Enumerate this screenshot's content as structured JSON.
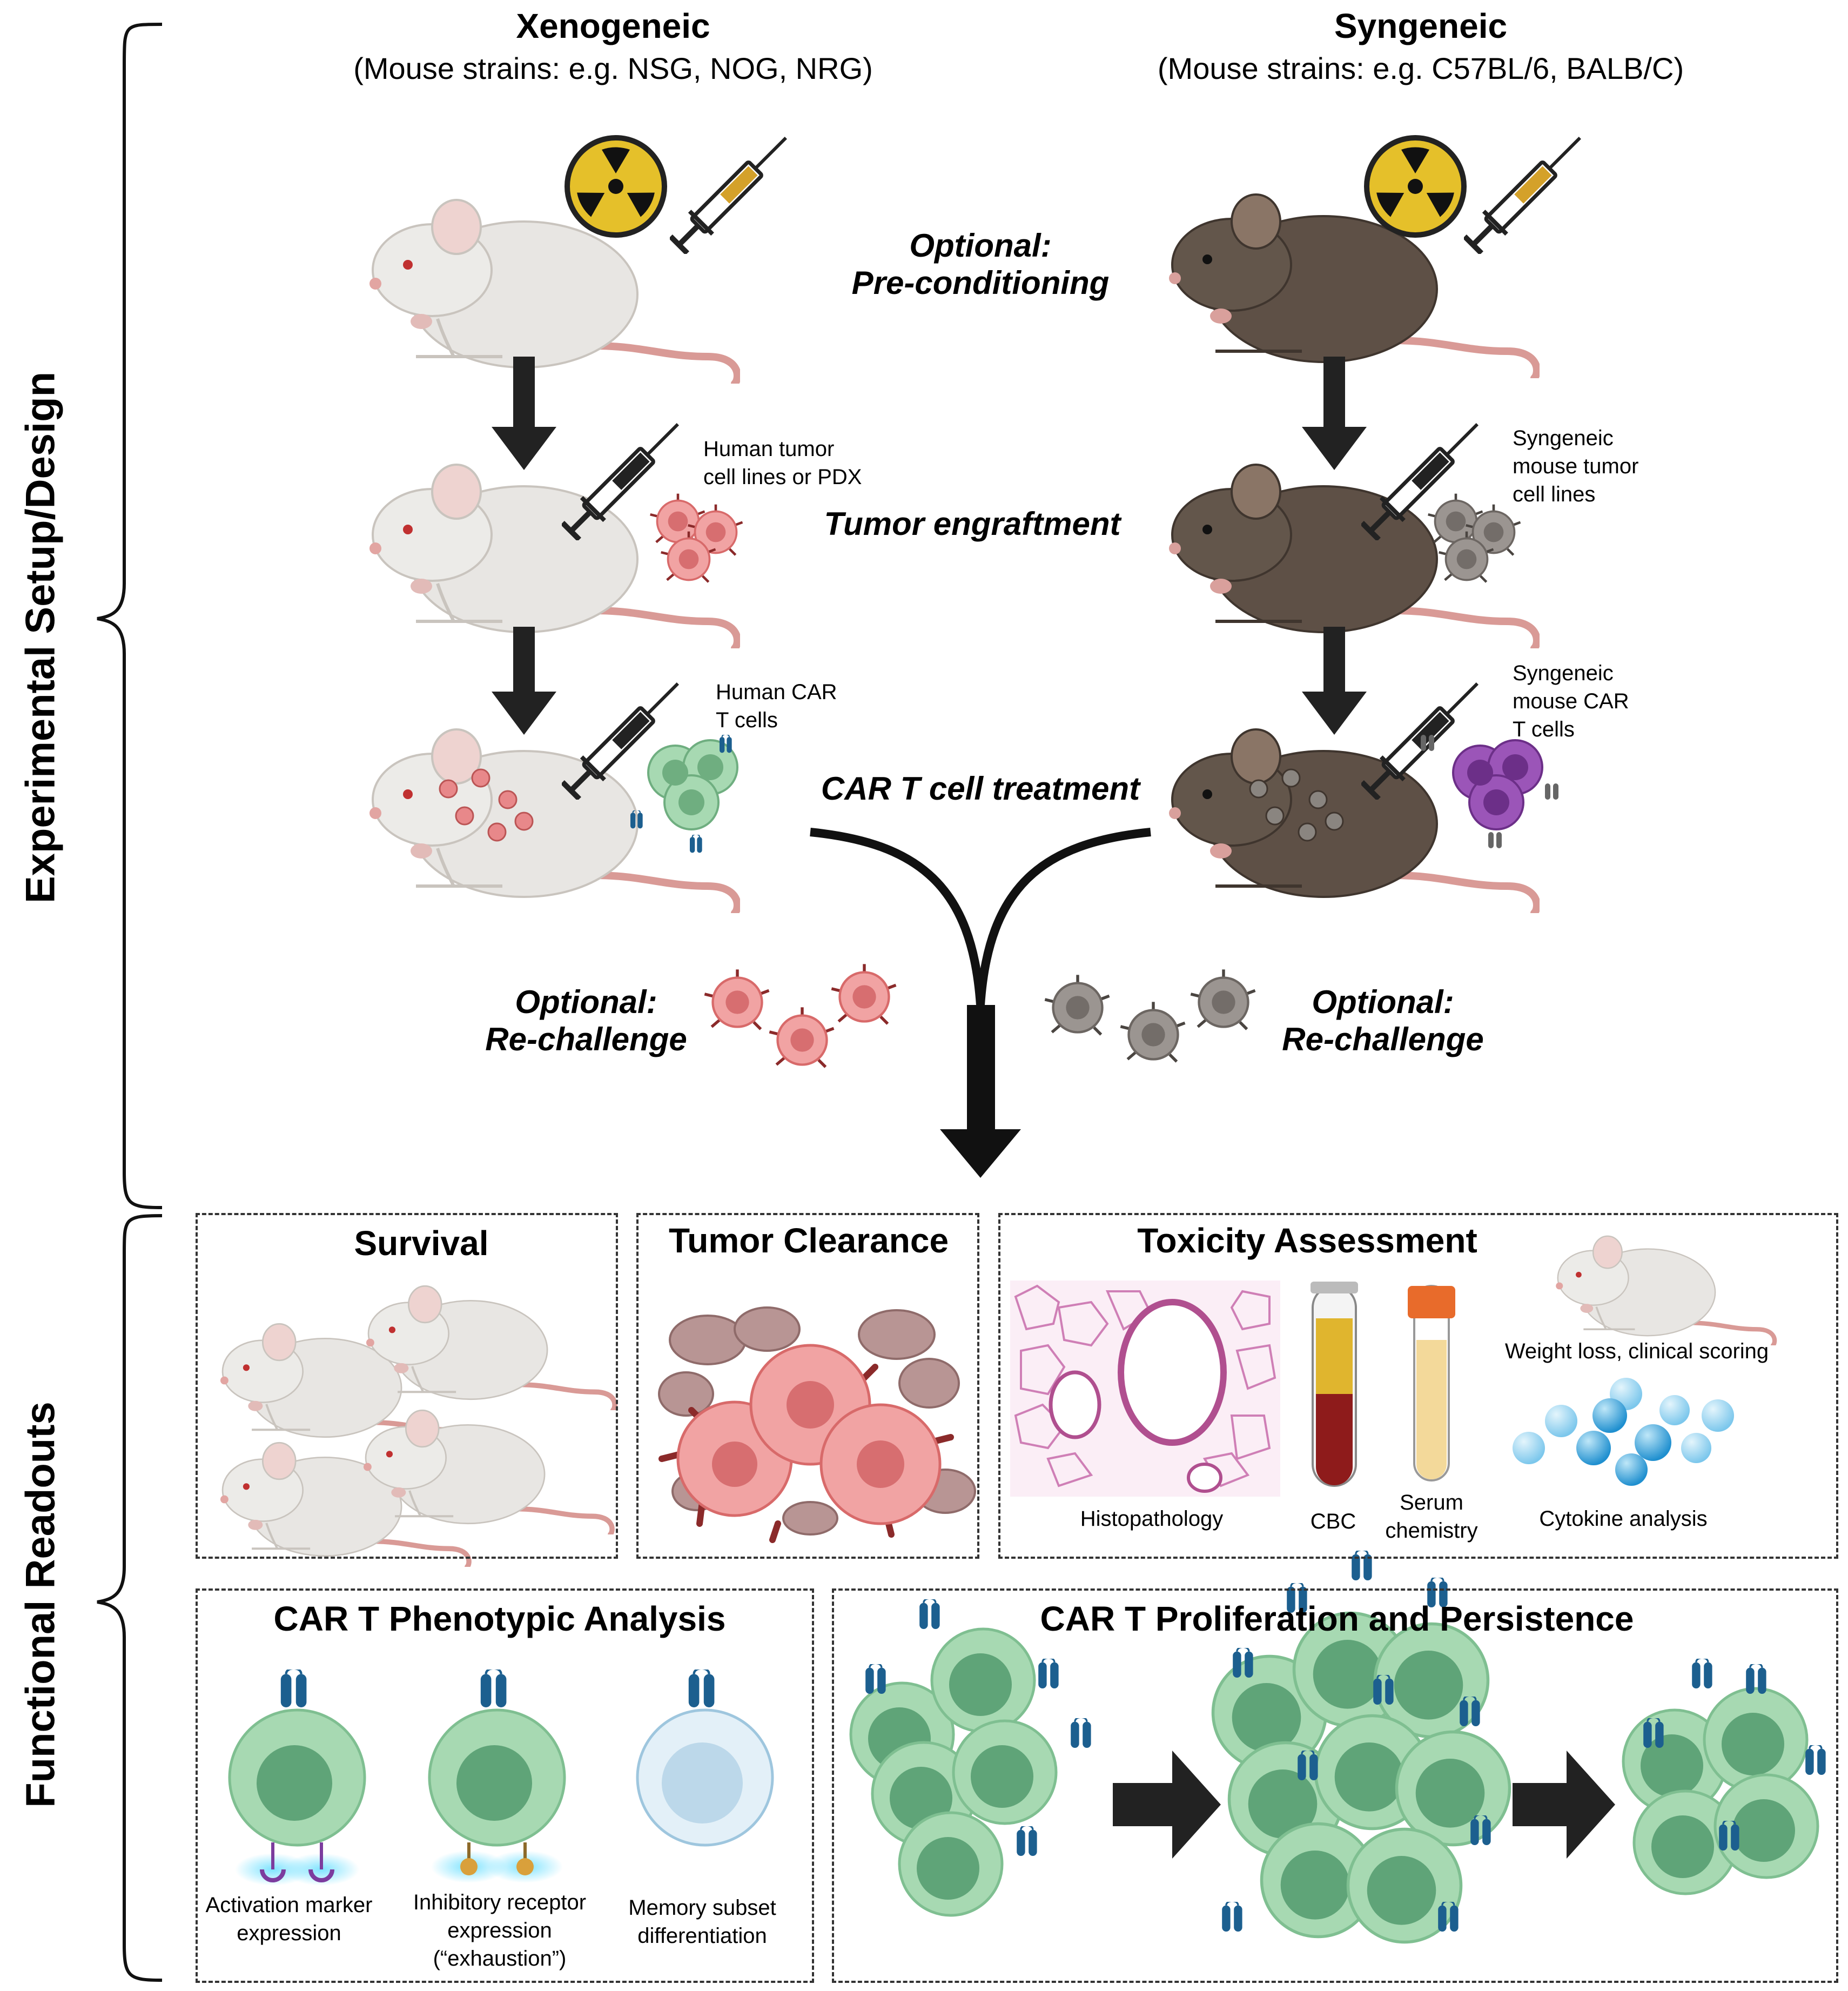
{
  "side_labels": {
    "setup": "Experimental Setup/Design",
    "readouts": "Functional Readouts"
  },
  "columns": {
    "xeno": {
      "title": "Xenogeneic",
      "subtitle": "(Mouse strains: e.g. NSG, NOG, NRG)"
    },
    "syn": {
      "title": "Syngeneic",
      "subtitle": "(Mouse strains: e.g. C57BL/6, BALB/C)"
    }
  },
  "steps": {
    "preconditioning": [
      "Optional:",
      "Pre-conditioning"
    ],
    "engraftment": "Tumor engraftment",
    "treatment": "CAR T cell treatment",
    "rechallenge_left": [
      "Optional:",
      "Re-challenge"
    ],
    "rechallenge_right": [
      "Optional:",
      "Re-challenge"
    ]
  },
  "labels": {
    "human_tumor": [
      "Human tumor",
      "cell lines or PDX"
    ],
    "syn_tumor": [
      "Syngeneic",
      "mouse tumor",
      "cell lines"
    ],
    "human_car": [
      "Human CAR",
      "T cells"
    ],
    "syn_car": [
      "Syngeneic",
      "mouse CAR",
      "T cells"
    ]
  },
  "readouts": {
    "survival": {
      "title": "Survival"
    },
    "clearance": {
      "title": "Tumor Clearance"
    },
    "toxicity": {
      "title": "Toxicity Assessment",
      "histopathology": "Histopathology",
      "cbc": "CBC",
      "serum": [
        "Serum",
        "chemistry"
      ],
      "weight": "Weight loss, clinical scoring",
      "cytokine": "Cytokine analysis"
    },
    "phenotypic": {
      "title": "CAR T Phenotypic Analysis",
      "activation": [
        "Activation marker",
        "expression"
      ],
      "inhibitory": [
        "Inhibitory receptor",
        "expression",
        "(“exhaustion”)"
      ],
      "memory": [
        "Memory subset",
        "differentiation"
      ]
    },
    "proliferation": {
      "title": "CAR T Proliferation and Persistence"
    }
  },
  "colors": {
    "white_mouse": "#e8e6e3",
    "brown_mouse": "#5e5046",
    "tail": "#d99a96",
    "tumor_pink": "#e8888a",
    "tumor_gray": "#8a8580",
    "car_green": "#a7d9b2",
    "car_purple": "#9b55b8",
    "receptor_blue": "#1c5f8f",
    "arrow": "#222222",
    "radiation_yellow": "#e5c02a",
    "blood": "#8e1b1b",
    "serum": "#f3d99a",
    "cytokine": "#2c9fd8"
  }
}
